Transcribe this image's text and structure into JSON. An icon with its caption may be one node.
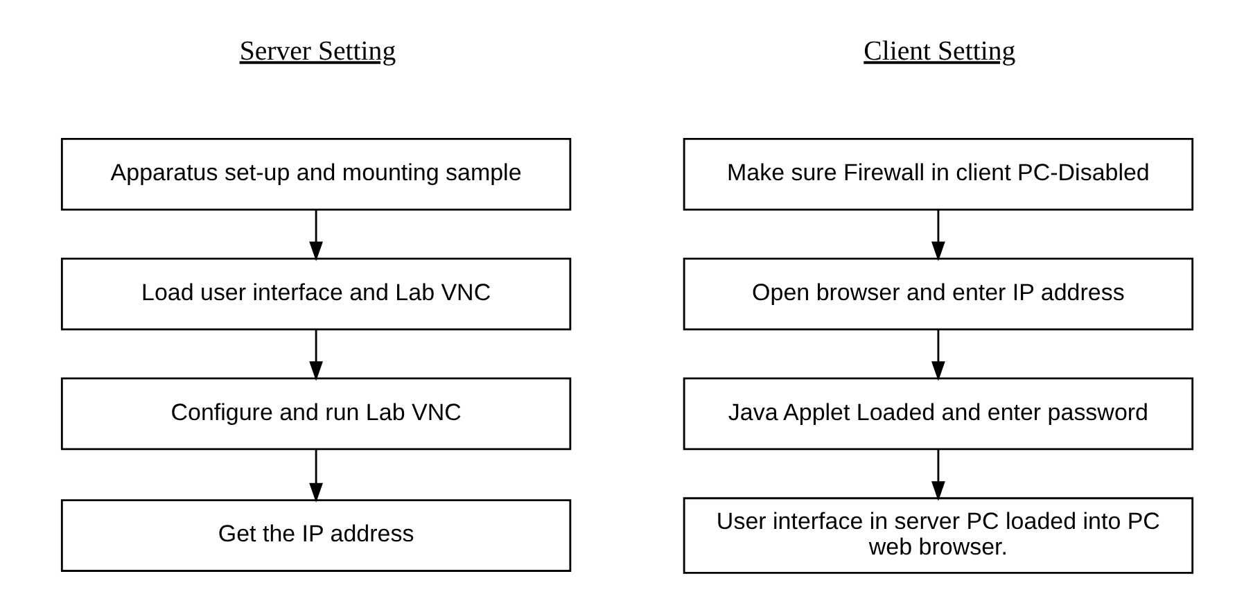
{
  "diagram": {
    "nodes": [
      {
        "text": [
          "Apparatus set-up and mounting sample"
        ]
      },
      {
        "text": [
          "Load user interface and Lab VNC"
        ]
      },
      {
        "text": [
          "Configure and run Lab VNC"
        ]
      },
      {
        "text": [
          "Get the IP address"
        ]
      },
      {
        "text": [
          "Make sure Firewall in client PC-Disabled"
        ]
      },
      {
        "text": [
          "Open browser and enter IP address"
        ]
      },
      {
        "text": [
          "Java Applet Loaded and enter password"
        ]
      },
      {
        "text": [
          "User interface in server PC loaded into PC web browser."
        ]
      }
    ],
    "edges": [
      {
        "from": 0,
        "to": 1,
        "arrow": "to"
      },
      {
        "from": 1,
        "to": 2,
        "arrow": "to"
      },
      {
        "from": 2,
        "to": 3,
        "arrow": "to"
      },
      {
        "from": 4,
        "to": 5,
        "arrow": "to"
      },
      {
        "from": 5,
        "to": 6,
        "arrow": "to"
      },
      {
        "from": 6,
        "to": 7,
        "arrow": "to"
      }
    ],
    "labels": [
      "Server Setting",
      "Client Setting"
    ]
  }
}
